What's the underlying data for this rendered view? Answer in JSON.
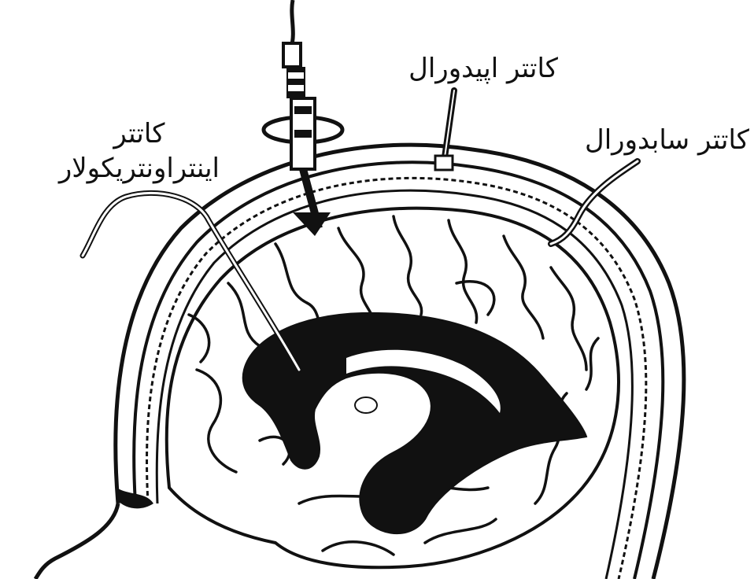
{
  "labels": {
    "epidural_catheter": "کاتتر اپیدورال",
    "subdural_catheter": "کاتتر سابدورال",
    "intraventricular_catheter_line1": "کاتتر",
    "intraventricular_catheter_line2": "اینتراونتریکولار"
  },
  "illustration": {
    "subject": "brain-cross-section",
    "colors": {
      "ink": "#111111",
      "paper": "#ffffff"
    }
  }
}
